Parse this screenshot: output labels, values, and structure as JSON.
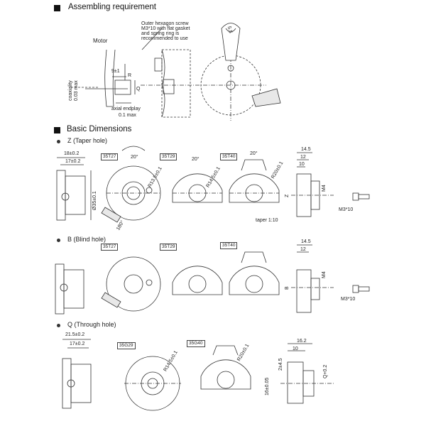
{
  "sections": {
    "assembling": {
      "title": "Assembling requirement"
    },
    "basic": {
      "title": "Basic Dimensions"
    }
  },
  "assembly": {
    "motor": "Motor",
    "screw_note": [
      "Outer hexagon screw",
      "M3*10 with flat gasket",
      "and spring ring is",
      "recommended to use"
    ],
    "dim_9": "9±1",
    "r": "R",
    "q": "Q",
    "coaxiality": [
      "coaxiality",
      "0.03 max"
    ],
    "endplay": [
      "axial endplay",
      "0.1 max"
    ],
    "wrench": "5.5"
  },
  "variants": [
    {
      "label": "Z (Taper hole)"
    },
    {
      "label": "B (Blind hole)"
    },
    {
      "label": "Q (Through hole)"
    }
  ],
  "z": {
    "d18": "18±0.2",
    "d17": "17±0.2",
    "d35": "Ø35±0.1",
    "types": [
      "35T27",
      "35T29",
      "35T40"
    ],
    "angle": "20°",
    "r135": "R13.5±0.1",
    "r14": "R14.5±0.1",
    "r20": "R20±0.1",
    "a180": "180°",
    "side": [
      "14.5",
      "12",
      "10"
    ],
    "z": "Z",
    "m4": "M4",
    "taper": "taper 1:10",
    "screw": "M3*10"
  },
  "b": {
    "types": [
      "35T27",
      "35T29",
      "35T40"
    ],
    "side": [
      "14.5",
      "12"
    ],
    "m4": "M4",
    "b": "B",
    "screw": "M3*10"
  },
  "q": {
    "d215": "21.5±0.2",
    "d17": "17±0.2",
    "types": [
      "35G29",
      "35G40"
    ],
    "r145": "R14.5±0.1",
    "r20": "R20±0.1",
    "side": [
      "16.2",
      "10"
    ],
    "q02": "Q+0.2",
    "d16": "16±0.05",
    "d244": "2±4.5"
  }
}
